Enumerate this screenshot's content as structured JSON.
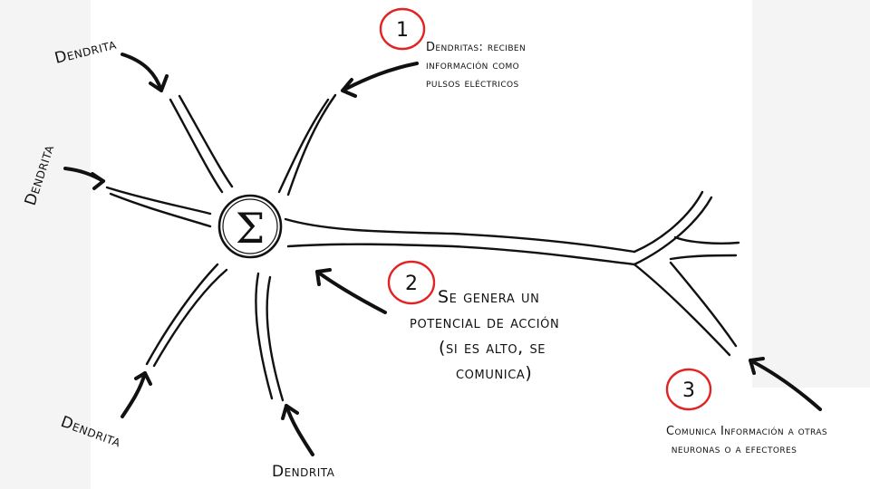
{
  "dendrite_label": "Dendrita",
  "sigma": "Σ",
  "callouts": [
    {
      "number": "1",
      "lines": [
        "Dendritas: reciben",
        "información como",
        "pulsos eléctricos"
      ]
    },
    {
      "number": "2",
      "lines": [
        "Se genera un",
        "potencial de acción",
        "(si es alto, se",
        "comunica)"
      ]
    },
    {
      "number": "3",
      "lines": [
        "Comunica Información a otras",
        "neuronas o a efectores"
      ]
    }
  ],
  "colors": {
    "ink": "#111111",
    "marker": "#e02424",
    "background": "#ffffff"
  }
}
